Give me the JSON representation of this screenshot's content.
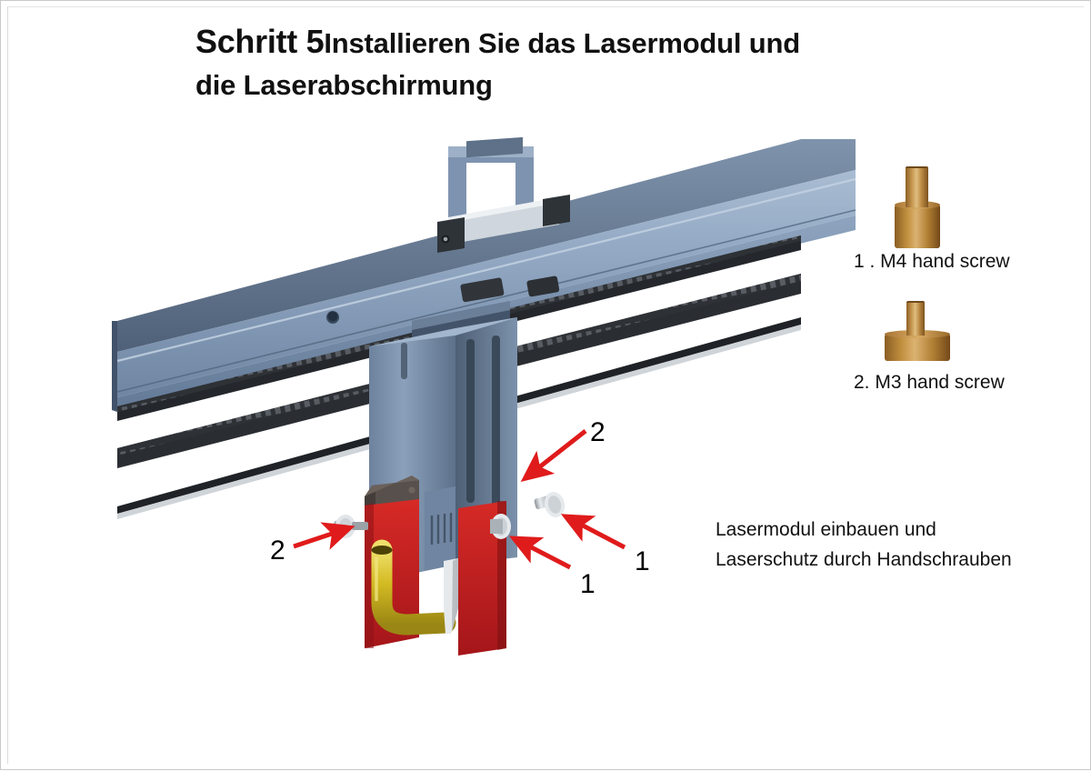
{
  "page": {
    "title_step": "Schritt 5",
    "title_rest": "Installieren Sie das Lasermodul und",
    "title_line2": "die Laserabschirmung"
  },
  "legend": {
    "items": [
      {
        "number": "1",
        "label": "1 . M4 hand screw",
        "part": "M4 hand screw",
        "icon": "brass-screw-m4"
      },
      {
        "number": "2",
        "label": "2. M3 hand screw",
        "part": "M3 hand screw",
        "icon": "brass-screw-m3"
      }
    ]
  },
  "caption": {
    "line1": "Lasermodul einbauen und",
    "line2": "Laserschutz durch Handschrauben"
  },
  "callouts": [
    {
      "id": "callout-2-upper-right",
      "label": "2",
      "points_to": "laser-shield-right-panel"
    },
    {
      "id": "callout-2-left",
      "label": "2",
      "points_to": "m3-screw-left"
    },
    {
      "id": "callout-1-right",
      "label": "1",
      "points_to": "m4-screw-right"
    },
    {
      "id": "callout-1-center",
      "label": "1",
      "points_to": "m4-screw-center"
    }
  ],
  "illustration": {
    "name": "laser-module-installation-diagram",
    "components": [
      "gantry-beam",
      "carry-handle",
      "timing-belt-upper",
      "timing-belt-lower",
      "guide-rod",
      "carriage",
      "laser-module-body",
      "mounting-bracket",
      "laser-shield-panel-left",
      "laser-shield-panel-right",
      "air-assist-hose",
      "laser-nozzle",
      "thumbscrew-left",
      "thumbscrew-center",
      "thumbscrew-right"
    ]
  },
  "colors": {
    "arrow_red": "#e01b1b",
    "gantry_blue": "#8fa5c0",
    "gantry_top": "#5a6b82",
    "module_blue": "#7e93ae",
    "shield_red": "#cc2222",
    "brass": "#b8873f",
    "hose_yellow": "#d9c02e",
    "text": "#111111",
    "page_border": "#c9c9c9"
  }
}
